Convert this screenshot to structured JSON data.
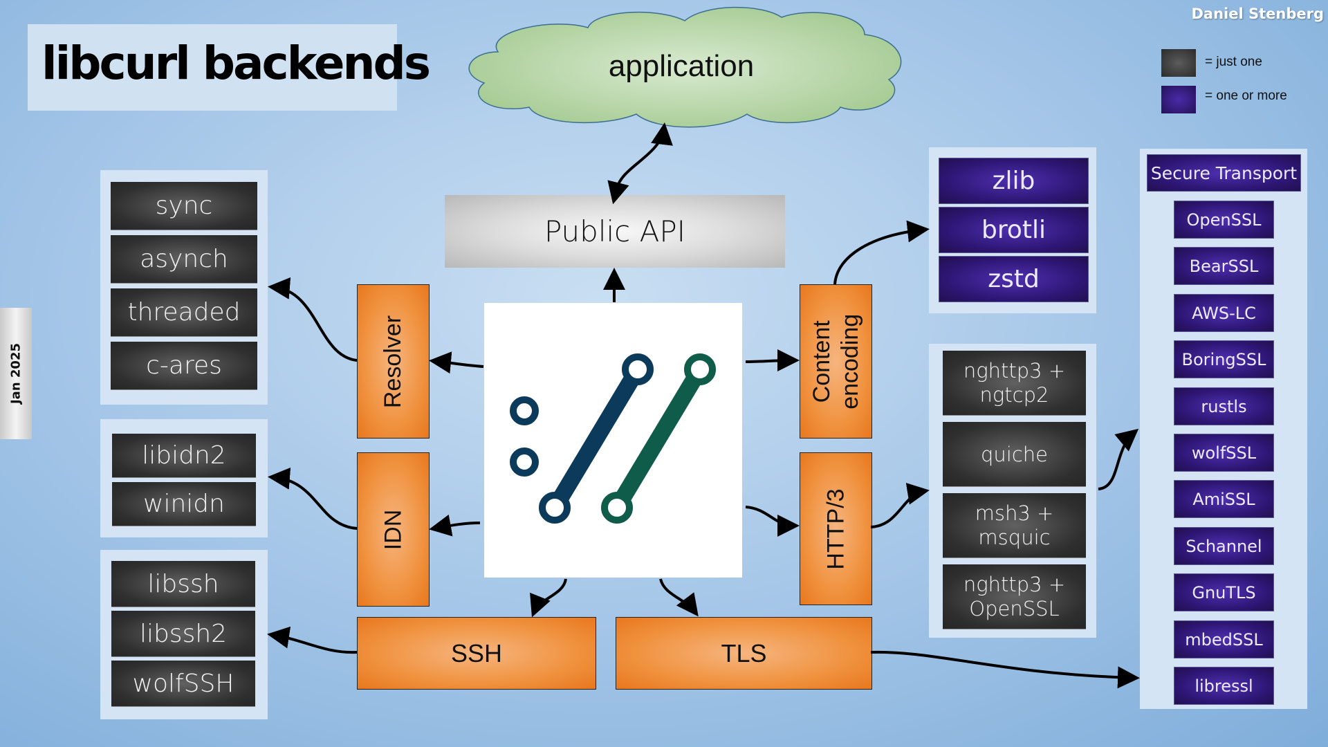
{
  "title": "libcurl backends",
  "author": "Daniel Stenberg",
  "date_tab": "Jan 2025",
  "legend": [
    {
      "swatch": "gray",
      "label": "= just one"
    },
    {
      "swatch": "purple",
      "label": "= one or more"
    }
  ],
  "colors": {
    "background": "#a9c9e9",
    "panel": "#d4e4f4",
    "orange_box": "#f0923f",
    "gray_box": "#2f2f2f",
    "purple_box": "#2c1673",
    "logo_blue": "#0b3a5b",
    "logo_green": "#0f5c4b",
    "cloud": "#c2dcb4"
  },
  "application": "application",
  "public_api": "Public API",
  "core_logo": "curl-logo-icon",
  "components": {
    "resolver": "Resolver",
    "idn": "IDN",
    "ssh": "SSH",
    "tls": "TLS",
    "content_encoding": "Content\nencoding",
    "http3": "HTTP/3"
  },
  "resolver_backends": [
    "sync",
    "asynch",
    "threaded",
    "c-ares"
  ],
  "idn_backends": [
    "libidn2",
    "winidn"
  ],
  "ssh_backends": [
    "libssh",
    "libssh2",
    "wolfSSH"
  ],
  "compression_backends": [
    "zlib",
    "brotli",
    "zstd"
  ],
  "http3_backends": [
    "nghttp3 +\nngtcp2",
    "quiche",
    "msh3 +\nmsquic",
    "nghttp3 +\nOpenSSL"
  ],
  "tls_backends": [
    "Secure Transport",
    "OpenSSL",
    "BearSSL",
    "AWS-LC",
    "BoringSSL",
    "rustls",
    "wolfSSL",
    "AmiSSL",
    "Schannel",
    "GnuTLS",
    "mbedSSL",
    "libressl"
  ]
}
